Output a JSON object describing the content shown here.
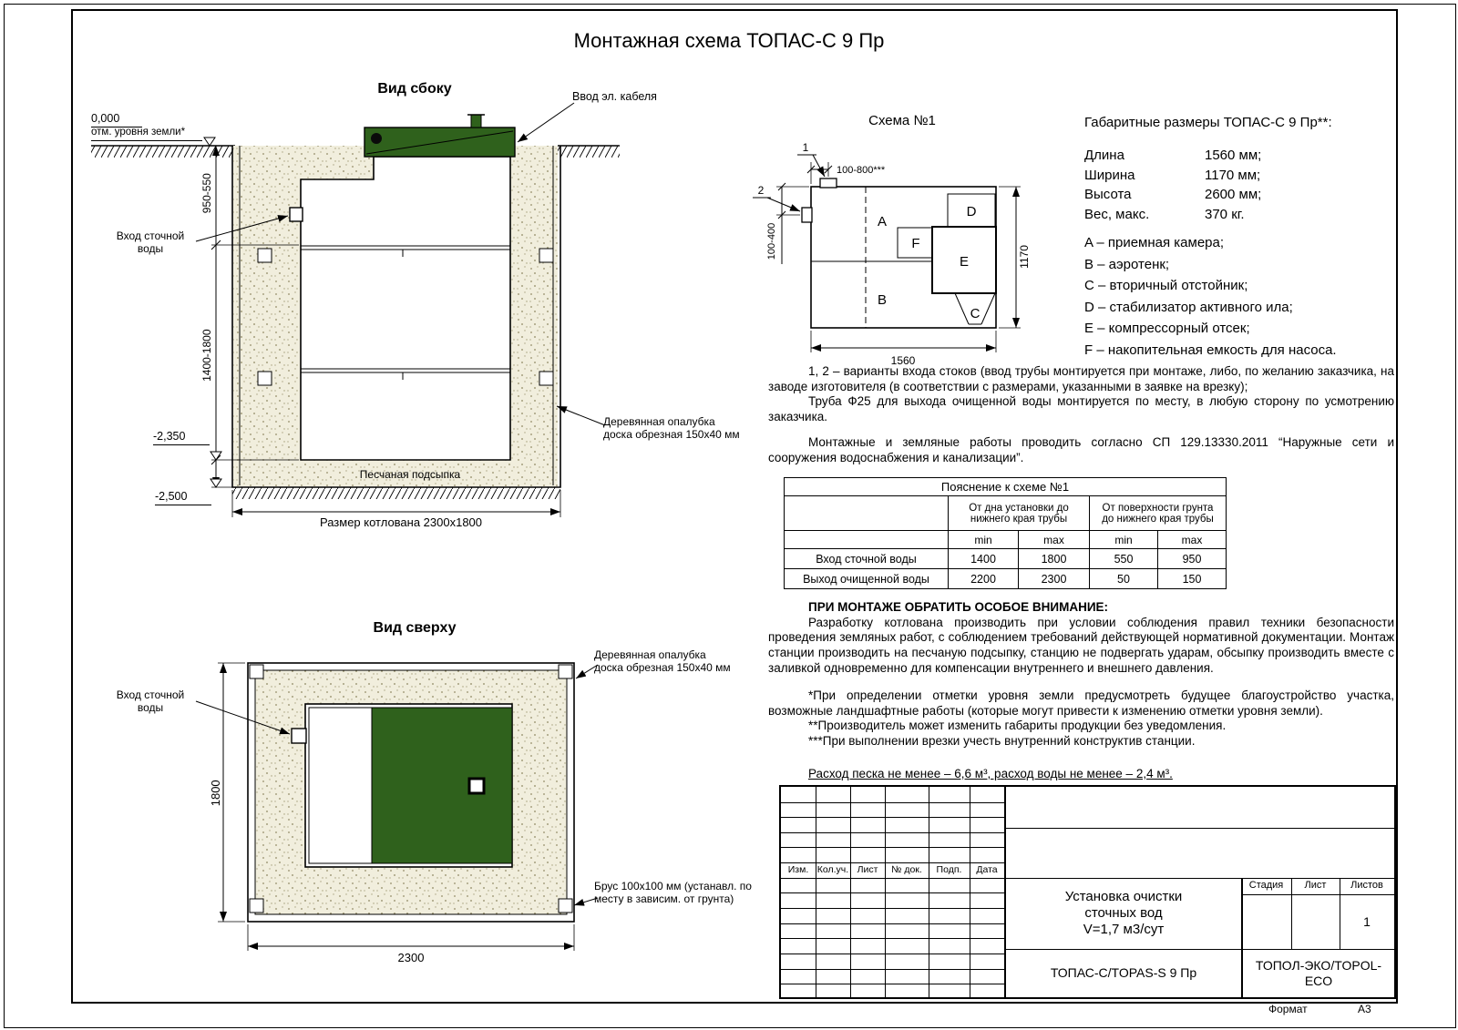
{
  "colors": {
    "green": "#2f611c",
    "sand": "#f1eedd",
    "line": "#000000"
  },
  "title": "Монтажная схема ТОПАС-С 9 Пр",
  "side_view": {
    "label": "Вид сбоку",
    "zero_mark": "0,000",
    "zero_note": "отм. уровня земли*",
    "dim_depth_top": "950-550",
    "dim_depth_mid": "1400-1800",
    "inlet_label": "Вход сточной\nводы",
    "cable_label": "Ввод эл. кабеля",
    "formwork_label": "Деревянная опалубка\nдоска обрезная 150х40 мм",
    "sand_label": "Песчаная подсыпка",
    "level_minus_2350": "-2,350",
    "level_minus_2500": "-2,500",
    "pit_size_label": "Размер котлована 2300х1800"
  },
  "top_view": {
    "label": "Вид сверху",
    "inlet_label": "Вход сточной\nводы",
    "formwork_label": "Деревянная опалубка\nдоска обрезная 150х40 мм",
    "beam_label": "Брус 100х100 мм (устанавл. по\nместу в зависим. от грунта)",
    "dim_width": "2300",
    "dim_depth": "1800"
  },
  "scheme": {
    "label": "Схема №1",
    "marker_1": "1",
    "marker_2": "2",
    "dim_top": "100-800***",
    "dim_left": "100-400",
    "dim_right": "1170",
    "dim_bottom": "1560",
    "compartments": {
      "a": "A",
      "b": "B",
      "c": "C",
      "d": "D",
      "e": "E",
      "f": "F"
    }
  },
  "overall": {
    "title": "Габаритные размеры ТОПАС-С 9 Пр**:",
    "rows": [
      {
        "label": "Длина",
        "value": "1560 мм;"
      },
      {
        "label": "Ширина",
        "value": "1170 мм;"
      },
      {
        "label": "Высота",
        "value": "2600 мм;"
      },
      {
        "label": "Вес, макс.",
        "value": "370 кг."
      }
    ]
  },
  "legend": [
    "A – приемная камера;",
    "B – аэротенк;",
    "C – вторичный отстойник;",
    "D – стабилизатор активного ила;",
    "E – компрессорный отсек;",
    "F – накопительная емкость для насоса."
  ],
  "notes": {
    "variants": "1, 2 – варианты входа  стоков (ввод трубы монтируется при монтаже, либо, по желанию заказчика, на заводе изготовителя (в соответствии с размерами, указанными в заявке на врезку);",
    "pipe": "Труба Ф25 для выхода очищенной воды монтируется по месту, в любую сторону по усмотрению заказчика.",
    "works": "Монтажные и земляные работы проводить согласно СП 129.13330.2011 “Наружные сети и сооружения водоснабжения и канализации”."
  },
  "table": {
    "title": "Пояснение к схеме №1",
    "col_from_bottom": "От дна установки до\nнижнего края трубы",
    "col_from_surface": "От поверхности грунта\nдо нижнего края трубы",
    "min_label": "min",
    "max_label": "max",
    "rows": [
      {
        "label": "Вход сточной воды",
        "values": [
          "1400",
          "1800",
          "550",
          "950"
        ]
      },
      {
        "label": "Выход очищенной воды",
        "values": [
          "2200",
          "2300",
          "50",
          "150"
        ]
      }
    ]
  },
  "attention": {
    "title": "ПРИ МОНТАЖЕ ОБРАТИТЬ ОСОБОЕ ВНИМАНИЕ:",
    "body": "Разработку котлована производить при условии соблюдения правил техники безопасности проведения земляных работ, с соблюдением требований действующей нормативной документации. Монтаж станции производить на песчаную подсыпку, станцию не подвергать ударам, обсыпку производить вместе с заливкой одновременно для компенсации внутреннего и внешнего давления.",
    "footnote_1": "*При определении отметки уровня земли предусмотреть будущее благоустройство участка, возможные ландшафтные работы (которые могут привести к изменению отметки уровня земли).",
    "footnote_2": "**Производитель может изменить габариты продукции без уведомления.",
    "footnote_3": "***При выполнении врезки учесть внутренний конструктив станции.",
    "consumption": "Расход песка не менее – 6,6 м³, расход воды не менее – 2,4 м³."
  },
  "title_block": {
    "cols": [
      "Изм.",
      "Кол.уч.",
      "Лист",
      "№ док.",
      "Подп.",
      "Дата"
    ],
    "project_line1": "Установка очистки",
    "project_line2": "сточных вод",
    "project_line3": "V=1,7 м3/сут",
    "stage": "Стадия",
    "sheet": "Лист",
    "sheets": "Листов",
    "sheets_value": "1",
    "model": "ТОПАС-С/TOPAS-S 9 Пр",
    "company": "ТОПОЛ-ЭКО/TOPOL-ECO",
    "format_label": "Формат",
    "format_value": "А3"
  }
}
